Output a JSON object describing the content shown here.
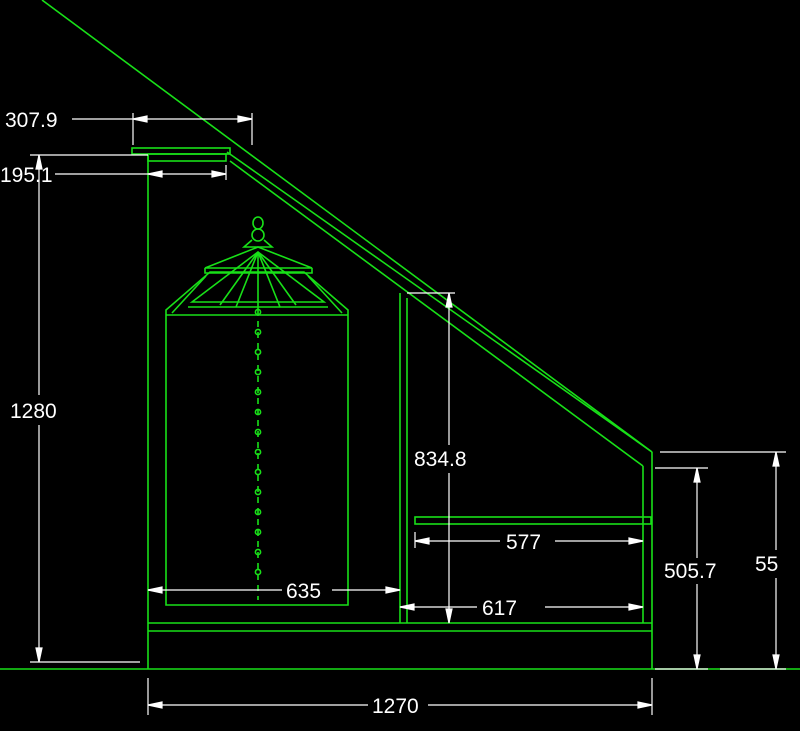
{
  "colors": {
    "background": "#000000",
    "geometry": "#18e018",
    "dimension": "#ffffff"
  },
  "dimensions": {
    "top_width": "307.9",
    "top_offset": "195.1",
    "left_height": "1280",
    "hanging_width": "635",
    "shelf_compartment_height": "834.8",
    "shelf_width": "577",
    "lower_compartment_width": "617",
    "right_inner_height": "505.7",
    "right_height": "55",
    "total_width": "1270"
  }
}
